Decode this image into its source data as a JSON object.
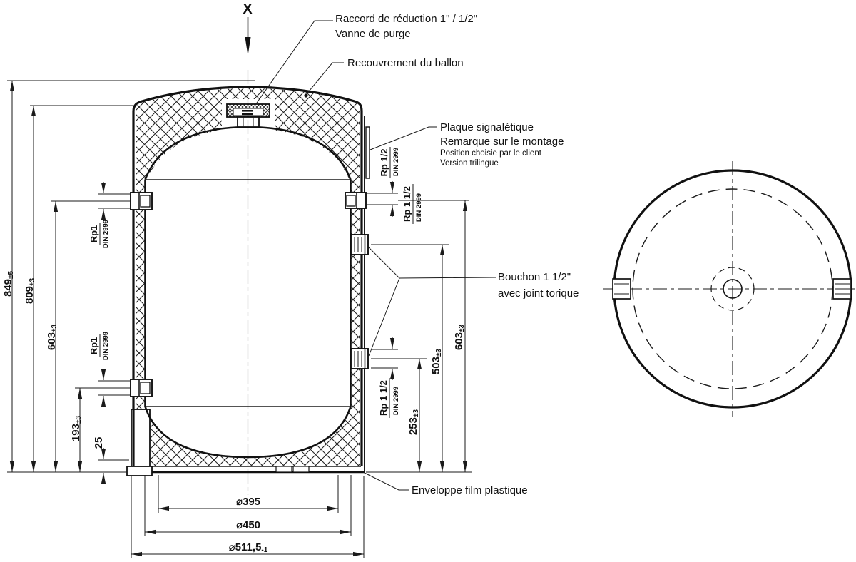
{
  "view_label": "X",
  "callouts": {
    "raccord_line1": "Raccord de réduction 1\" / 1/2\"",
    "raccord_line2": "Vanne de purge",
    "recouvrement": "Recouvrement du ballon",
    "plaque_line1": "Plaque signalétique",
    "plaque_line2": "Remarque sur le montage",
    "plaque_line3": "Position choisie par le client",
    "plaque_line4": "Version trilingue",
    "bouchon_line1": "Bouchon 1 1/2\"",
    "bouchon_line2": "avec joint torique",
    "enveloppe": "Enveloppe film plastique"
  },
  "dimensions": {
    "total_height": {
      "value": "849",
      "tol": "±5"
    },
    "jacket_height": {
      "value": "809",
      "tol": "±3"
    },
    "conn_603_left": {
      "value": "603",
      "tol": "±3"
    },
    "conn_193": {
      "value": "193",
      "tol": "±3"
    },
    "base_25": {
      "value": "25"
    },
    "conn_603_right": {
      "value": "603",
      "tol": "±3"
    },
    "conn_503": {
      "value": "503",
      "tol": "±3"
    },
    "conn_253": {
      "value": "253",
      "tol": "±3"
    },
    "dia_395": {
      "value": "⌀395"
    },
    "dia_450": {
      "value": "⌀450"
    },
    "dia_511": {
      "value": "⌀511,5",
      "tol": "-1"
    }
  },
  "threads": {
    "rp1_upper": {
      "size": "Rp1",
      "standard": "DIN 2999"
    },
    "rp1_lower": {
      "size": "Rp1",
      "standard": "DIN 2999"
    },
    "rp_half": {
      "size": "Rp 1/2",
      "standard": "DIN 2999"
    },
    "rp_one_half_upper": {
      "size": "Rp 1 1/2",
      "standard": "DIN 2999"
    },
    "rp_one_half_lower": {
      "size": "Rp 1 1/2",
      "standard": "DIN 2999"
    }
  }
}
